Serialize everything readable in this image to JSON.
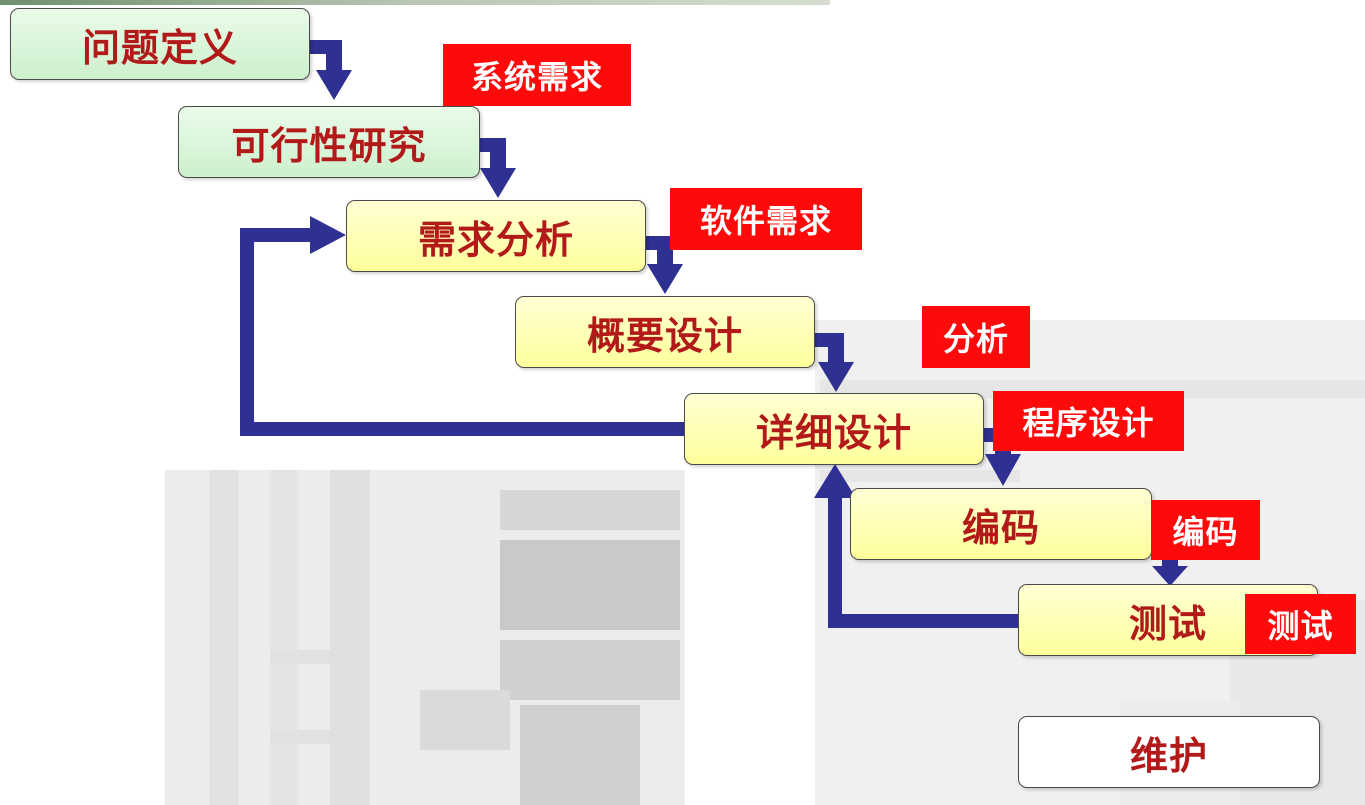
{
  "stages": {
    "problem_definition": "问题定义",
    "feasibility_study": "可行性研究",
    "requirements_analysis": "需求分析",
    "preliminary_design": "概要设计",
    "detailed_design": "详细设计",
    "coding": "编码",
    "testing": "测试",
    "maintenance": "维护"
  },
  "tags": {
    "system_requirements": "系统需求",
    "software_requirements": "软件需求",
    "analysis": "分析",
    "program_design": "程序设计",
    "coding": "编码",
    "testing": "测试"
  },
  "colors": {
    "arrow": "#2e3192",
    "stage_text": "#b21a1a",
    "tag_bg": "#ff0a0a",
    "green_box": "#d6f5d6",
    "yellow_box": "#ffffa8"
  }
}
